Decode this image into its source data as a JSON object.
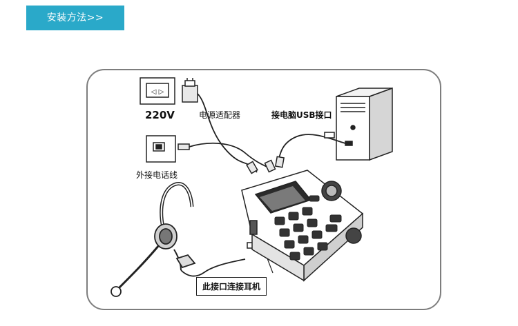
{
  "header": {
    "title": "安装方法>>"
  },
  "diagram": {
    "power_voltage_label": "220V",
    "power_adapter_label": "电源适配器",
    "computer_usb_label": "接电脑USB接口",
    "external_line_label": "外接电话线",
    "headset_port_label": "此接口连接耳机"
  },
  "colors": {
    "header_bg": "#2aa9c9",
    "frame_border": "#7d7d7d",
    "line_art": "#222222"
  },
  "icons": [
    "power-socket-icon",
    "power-adapter-icon",
    "phone-jack-icon",
    "computer-tower-icon",
    "telephone-device-icon",
    "headset-icon"
  ]
}
